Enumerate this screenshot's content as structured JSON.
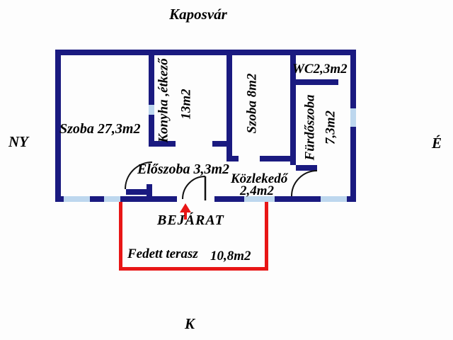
{
  "title": "Kaposvár",
  "compass": {
    "west": "NY",
    "east": "É",
    "south": "K"
  },
  "rooms": {
    "szoba_nagy": {
      "label": "Szoba 27,3m2"
    },
    "konyha": {
      "label": "Konyha ,étkező",
      "area": "13m2"
    },
    "szoba_kis": {
      "label": "Szoba 8m2"
    },
    "wc": {
      "label": "WC2,3m2"
    },
    "furdoszoba": {
      "label": "Fürdőszoba",
      "area": "7,3m2"
    },
    "eloszoba": {
      "label": "Előszoba 3,3m2"
    },
    "kozlekedo": {
      "label": "Közlekedő",
      "area": "2,4m2"
    },
    "terasz": {
      "label": "Fedett terasz",
      "area": "10,8m2"
    }
  },
  "entrance_label": "BEJÁRAT",
  "colors": {
    "wall": "#1a1a80",
    "window": "#bdd7ee",
    "red": "#e81616",
    "text": "#000000"
  }
}
